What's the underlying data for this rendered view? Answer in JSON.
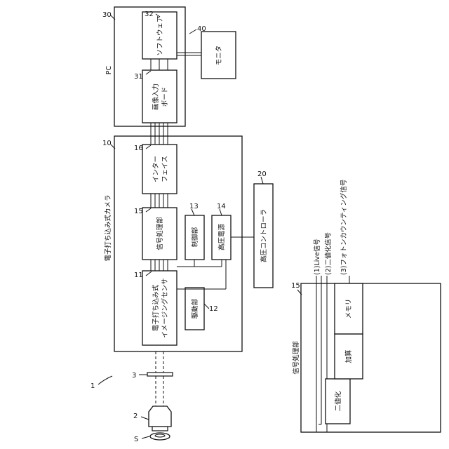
{
  "labels": {
    "pc": "PC",
    "software": "ソフトウェア",
    "monitor": "モニタ",
    "image_input_board": [
      "画像入力",
      "ボード"
    ],
    "camera": "電子打ち込み式カメラ",
    "interface": [
      "インター",
      "フェイス"
    ],
    "signal_processing": "信号処理部",
    "control": "制御部",
    "high_voltage_supply": "高圧電源",
    "high_voltage_controller": "高圧コントローラ",
    "sensor": [
      "電子打ち込み式",
      "イメージングセンサ"
    ],
    "driver": "駆動部",
    "signal_processing_detail_title": "信号処理部",
    "binarize": "二値化",
    "adder": "加算",
    "memory": "メモリ",
    "signal_1": "(1)Live信号",
    "signal_2": "(2)二値化信号",
    "signal_3": "(3)フォトンカウンティング信号",
    "sample": "S"
  },
  "refs": {
    "n30": "30",
    "n32": "32",
    "n40": "40",
    "n31": "31",
    "n10": "10",
    "n16": "16",
    "n15": "15",
    "n13": "13",
    "n14": "14",
    "n20": "20",
    "n11": "11",
    "n12": "12",
    "n15b": "15",
    "n1": "1",
    "n2": "2",
    "n3": "3"
  }
}
